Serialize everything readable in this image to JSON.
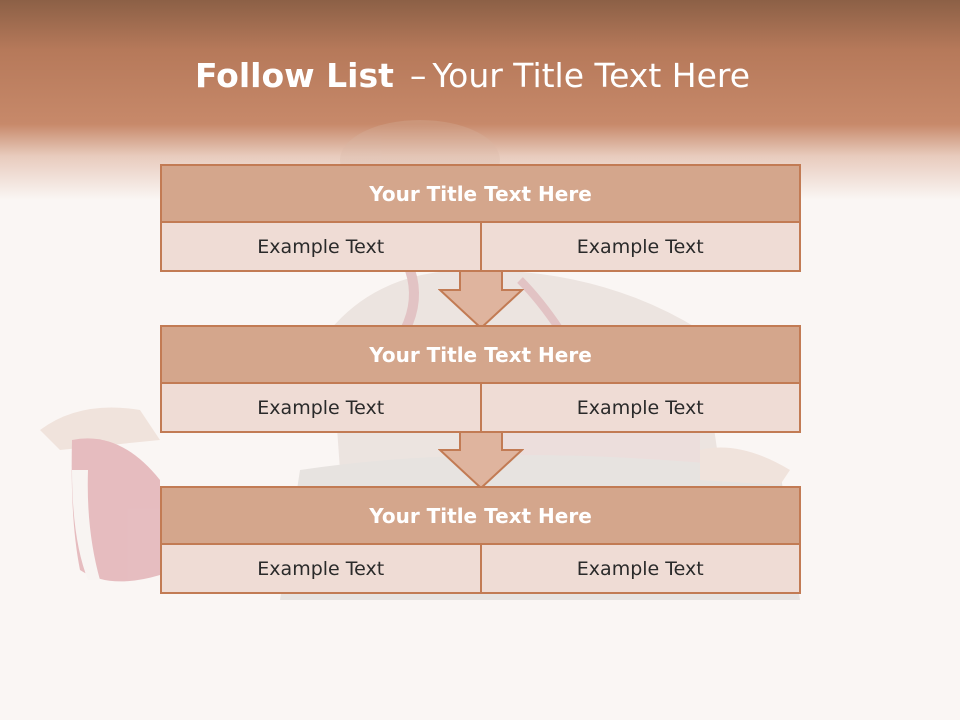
{
  "slide": {
    "title_bold": "Follow List",
    "title_dash": "–",
    "title_rest": "Your Title Text Here"
  },
  "steps": [
    {
      "title": "Your Title Text Here",
      "left": "Example Text",
      "right": "Example Text"
    },
    {
      "title": "Your Title Text Here",
      "left": "Example Text",
      "right": "Example Text"
    },
    {
      "title": "Your Title Text Here",
      "left": "Example Text",
      "right": "Example Text"
    }
  ],
  "colors": {
    "header": "#c7896a",
    "box_border": "#c27b54",
    "box_title_fill": "#d4a68c",
    "box_cell_fill": "#efdcd5",
    "arrow_fill": "#dfb49e"
  }
}
